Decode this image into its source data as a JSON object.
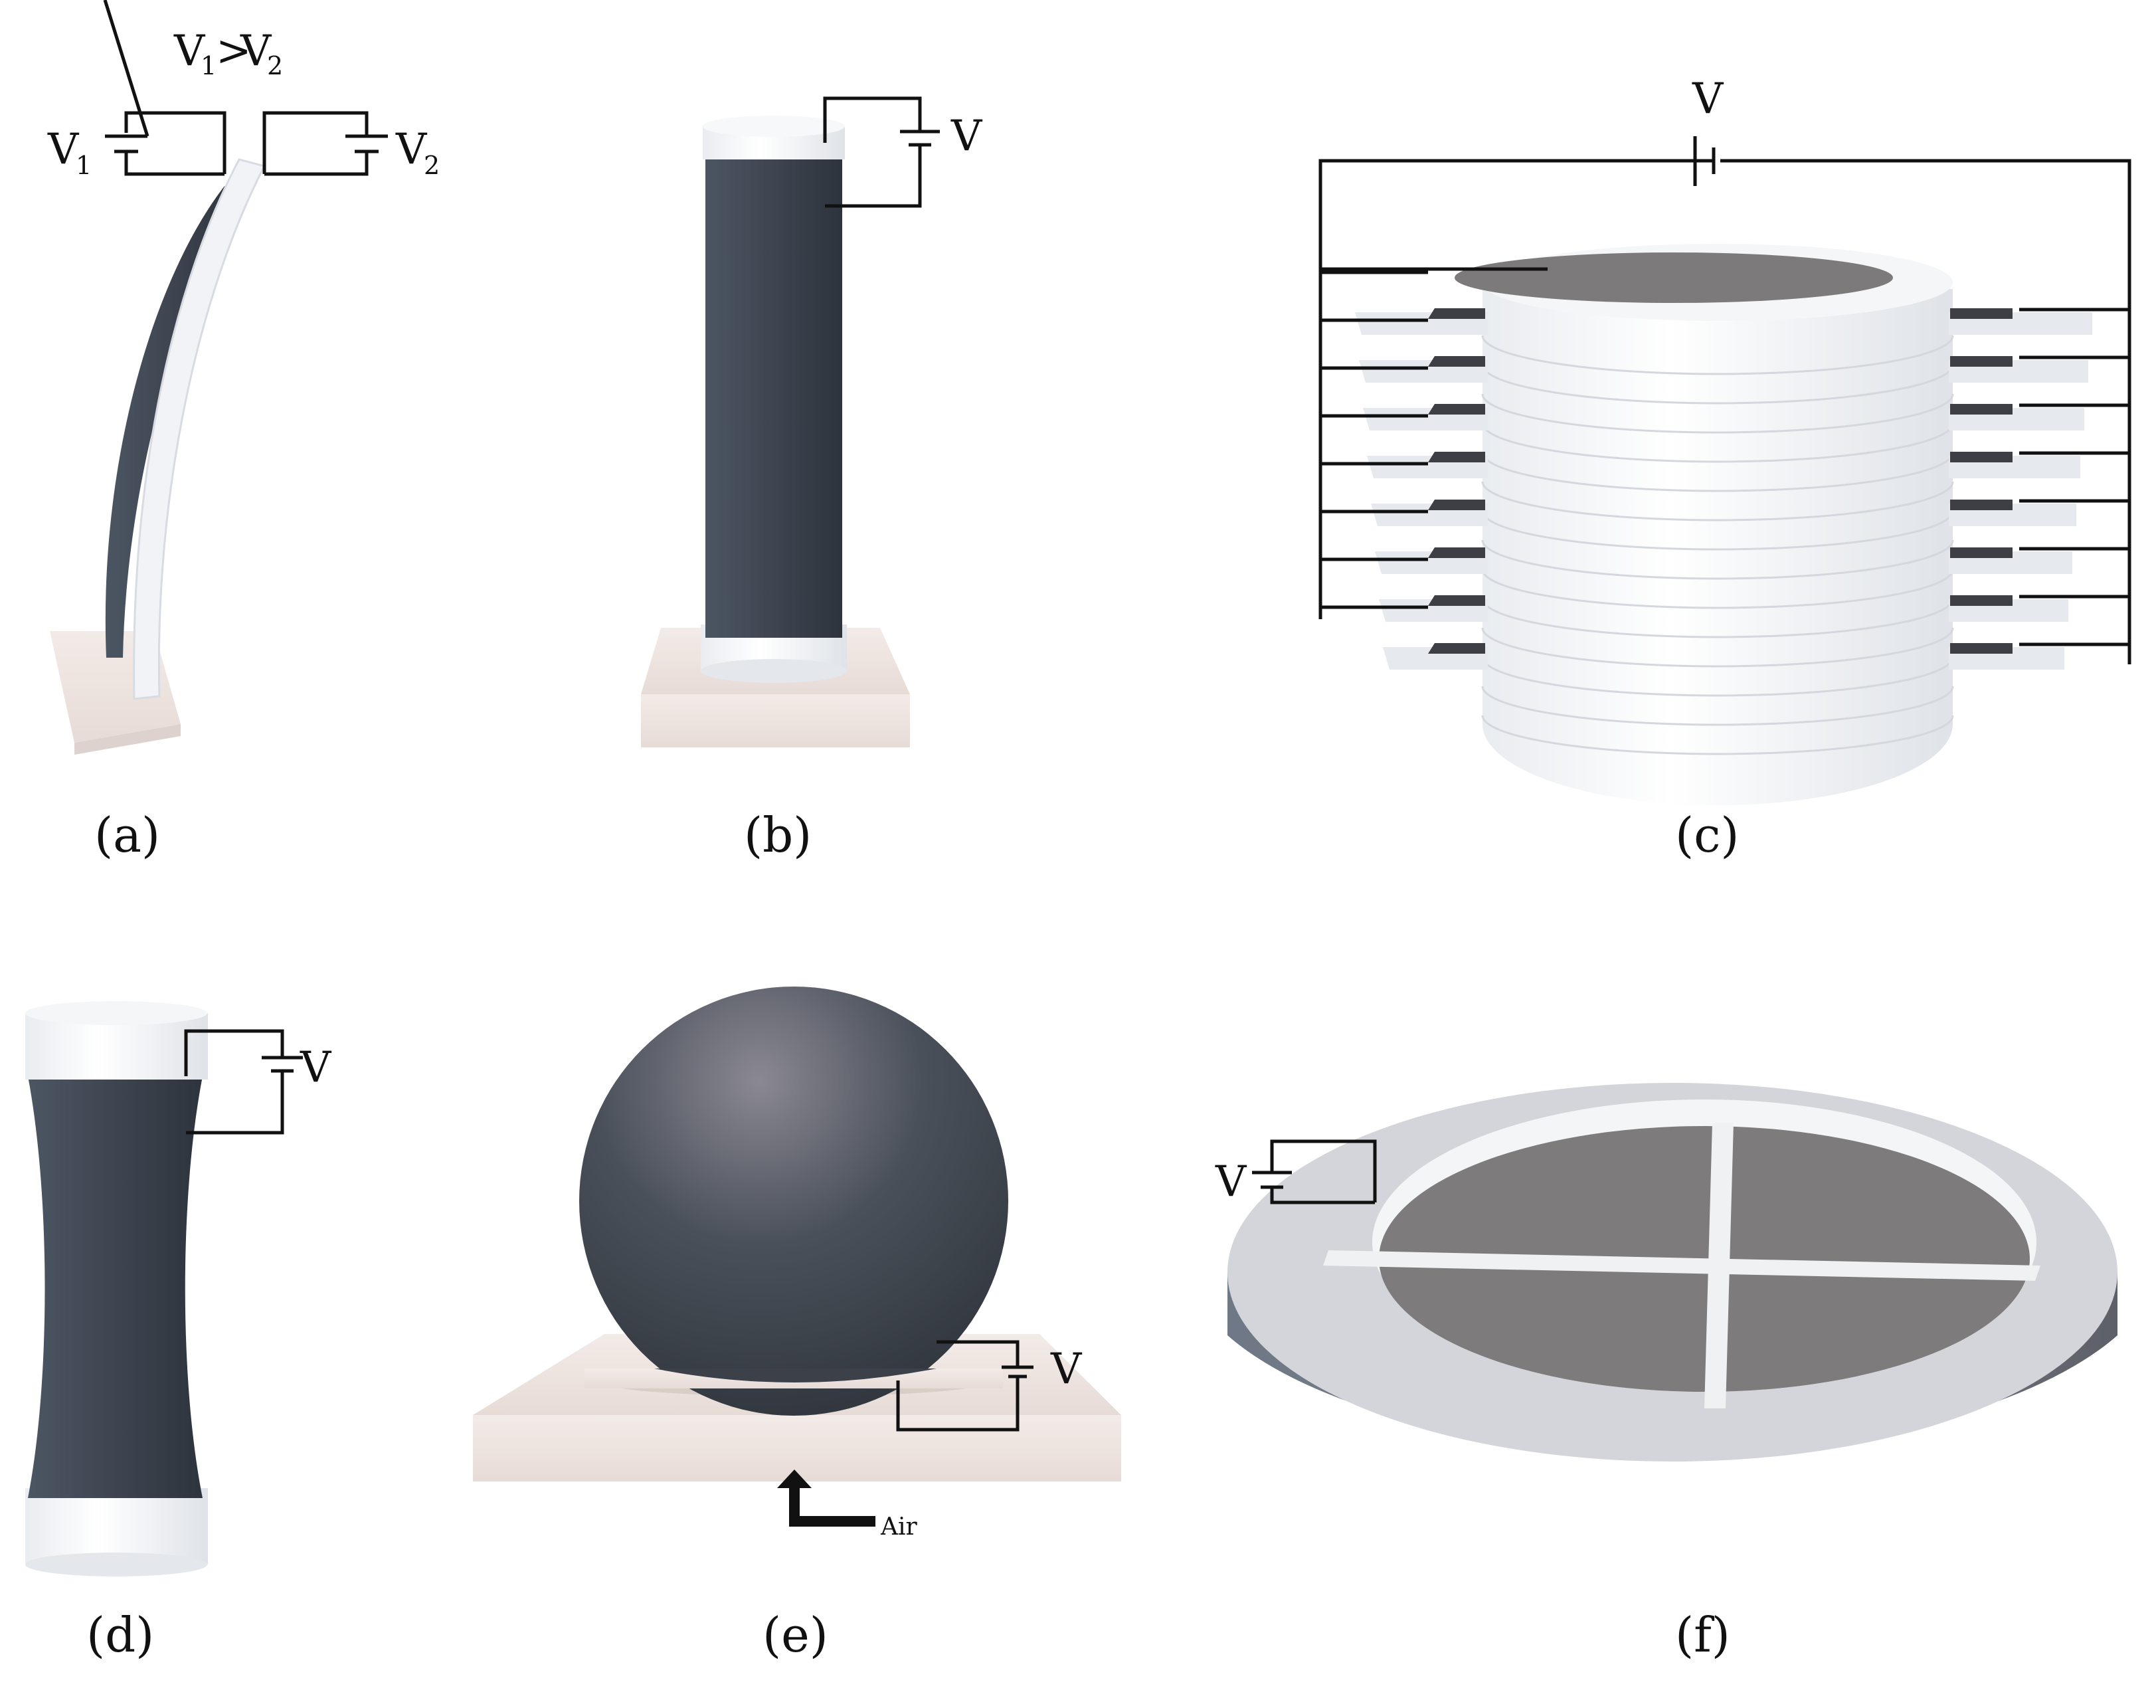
{
  "panels": {
    "a": {
      "caption": "(a)",
      "top_label": "V",
      "sub1": "1",
      "gt": ">",
      "sub2": "2",
      "v1": "V",
      "v2": "V"
    },
    "b": {
      "caption": "(b)",
      "v": "V"
    },
    "c": {
      "caption": "(c)",
      "v": "V"
    },
    "d": {
      "caption": "(d)",
      "v": "V"
    },
    "e": {
      "caption": "(e)",
      "v": "V",
      "air": "Air"
    },
    "f": {
      "caption": "(f)",
      "v": "V"
    }
  },
  "colors": {
    "electrode_dark": "#3f4651",
    "membrane_white": "#f2f3f5",
    "base_beige": "#efe5e1",
    "disc_grey": "#7b8088"
  }
}
